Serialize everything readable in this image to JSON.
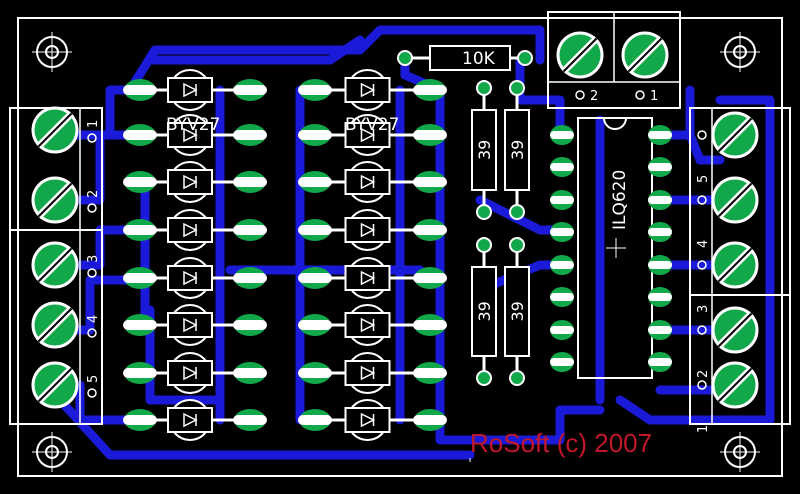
{
  "labels": {
    "resistor_10k": "10K",
    "resistor_39": "39",
    "ic_name": "ILQ620",
    "diode_left": "BYV27",
    "diode_right": "BYV27",
    "copyright": "RoSoft (c) 2007"
  },
  "left_connector_pins": [
    "1",
    "2",
    "3",
    "4",
    "5"
  ],
  "right_connector_pins": [
    "5",
    "4",
    "3",
    "2",
    "1"
  ],
  "top_connector_pins": [
    "2",
    "1"
  ],
  "colors": {
    "background": "#000000",
    "copper_trace": "#1a1ad8",
    "pad_green": "#11a84a",
    "silkscreen": "#ffffff",
    "text_red": "#c0182a"
  }
}
